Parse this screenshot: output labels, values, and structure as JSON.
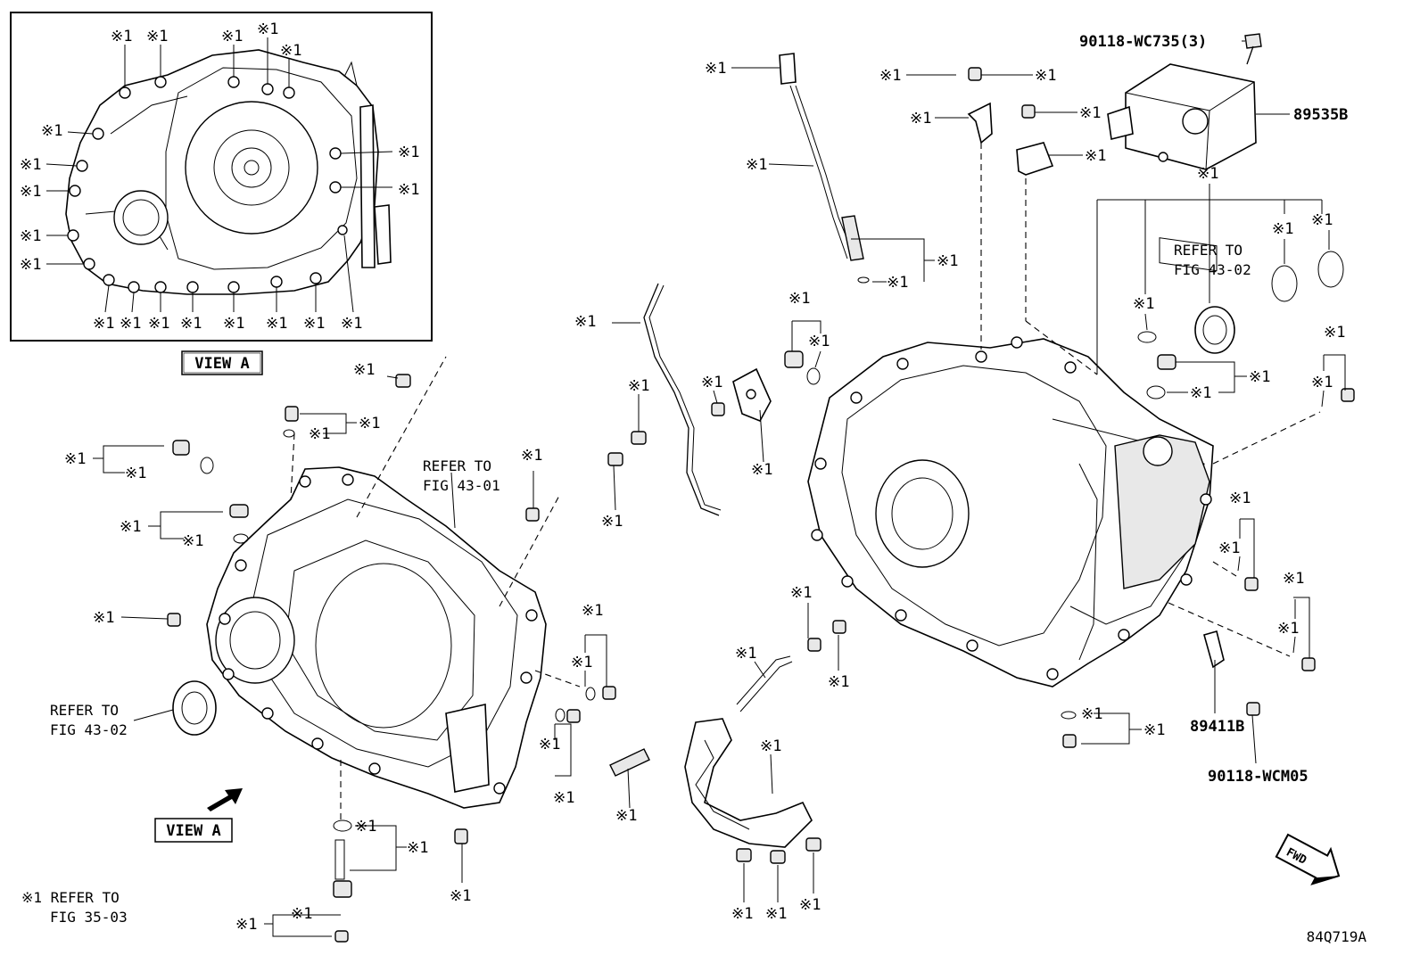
{
  "callout_mark": "※1",
  "view_label": "VIEW A",
  "part_numbers": {
    "tcm_bolt": "90118-WC735(3)",
    "tcm": "89535B",
    "sensor": "89411B",
    "sensor_bolt": "90118-WCM05"
  },
  "references": {
    "fig_43_01": [
      "REFER TO",
      "FIG 43-01"
    ],
    "fig_43_02_right": [
      "REFER TO",
      "FIG 43-02"
    ],
    "fig_43_02_left": [
      "REFER TO",
      "FIG 43-02"
    ],
    "footnote": [
      "※1 REFER TO",
      "FIG 35-03"
    ]
  },
  "fwd_label": "FWD",
  "figure_id": "84Q719A"
}
